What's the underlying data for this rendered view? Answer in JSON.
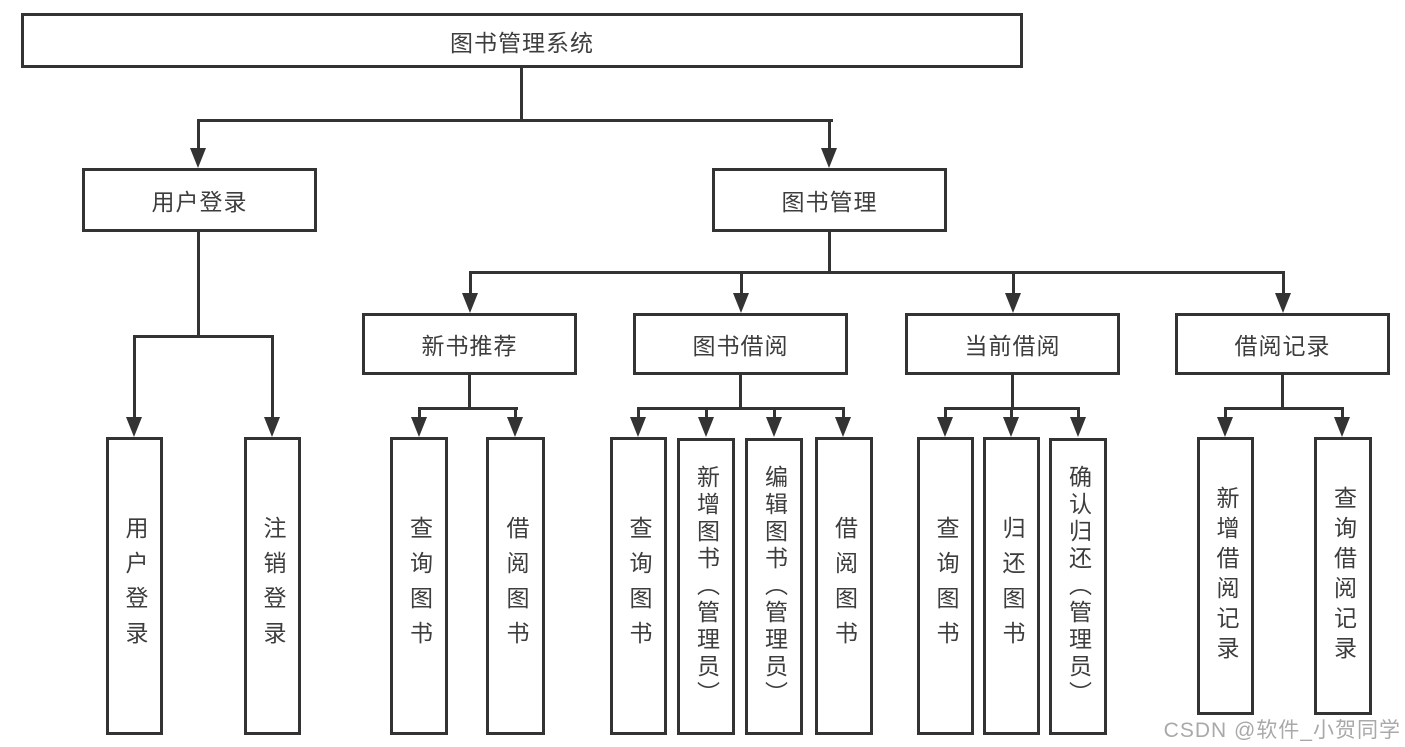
{
  "colors": {
    "line": "#333333",
    "text": "#3d3d3d",
    "box_background": "#ffffff",
    "page_background": "#ffffff",
    "watermark": "#a9a9a9"
  },
  "watermark": "CSDN @软件_小贺同学",
  "tree": {
    "root": {
      "label": "图书管理系统",
      "children": [
        {
          "label": "用户登录",
          "children": [
            {
              "label": "用户登录"
            },
            {
              "label": "注销登录"
            }
          ]
        },
        {
          "label": "图书管理",
          "children": [
            {
              "label": "新书推荐",
              "children": [
                {
                  "label": "查询图书"
                },
                {
                  "label": "借阅图书"
                }
              ]
            },
            {
              "label": "图书借阅",
              "children": [
                {
                  "label": "查询图书"
                },
                {
                  "label": "新增图书（管理员）"
                },
                {
                  "label": "编辑图书（管理员）"
                },
                {
                  "label": "借阅图书"
                }
              ]
            },
            {
              "label": "当前借阅",
              "children": [
                {
                  "label": "查询图书"
                },
                {
                  "label": "归还图书"
                },
                {
                  "label": "确认归还（管理员）"
                }
              ]
            },
            {
              "label": "借阅记录",
              "children": [
                {
                  "label": "新增借阅记录"
                },
                {
                  "label": "查询借阅记录"
                }
              ]
            }
          ]
        }
      ]
    }
  }
}
